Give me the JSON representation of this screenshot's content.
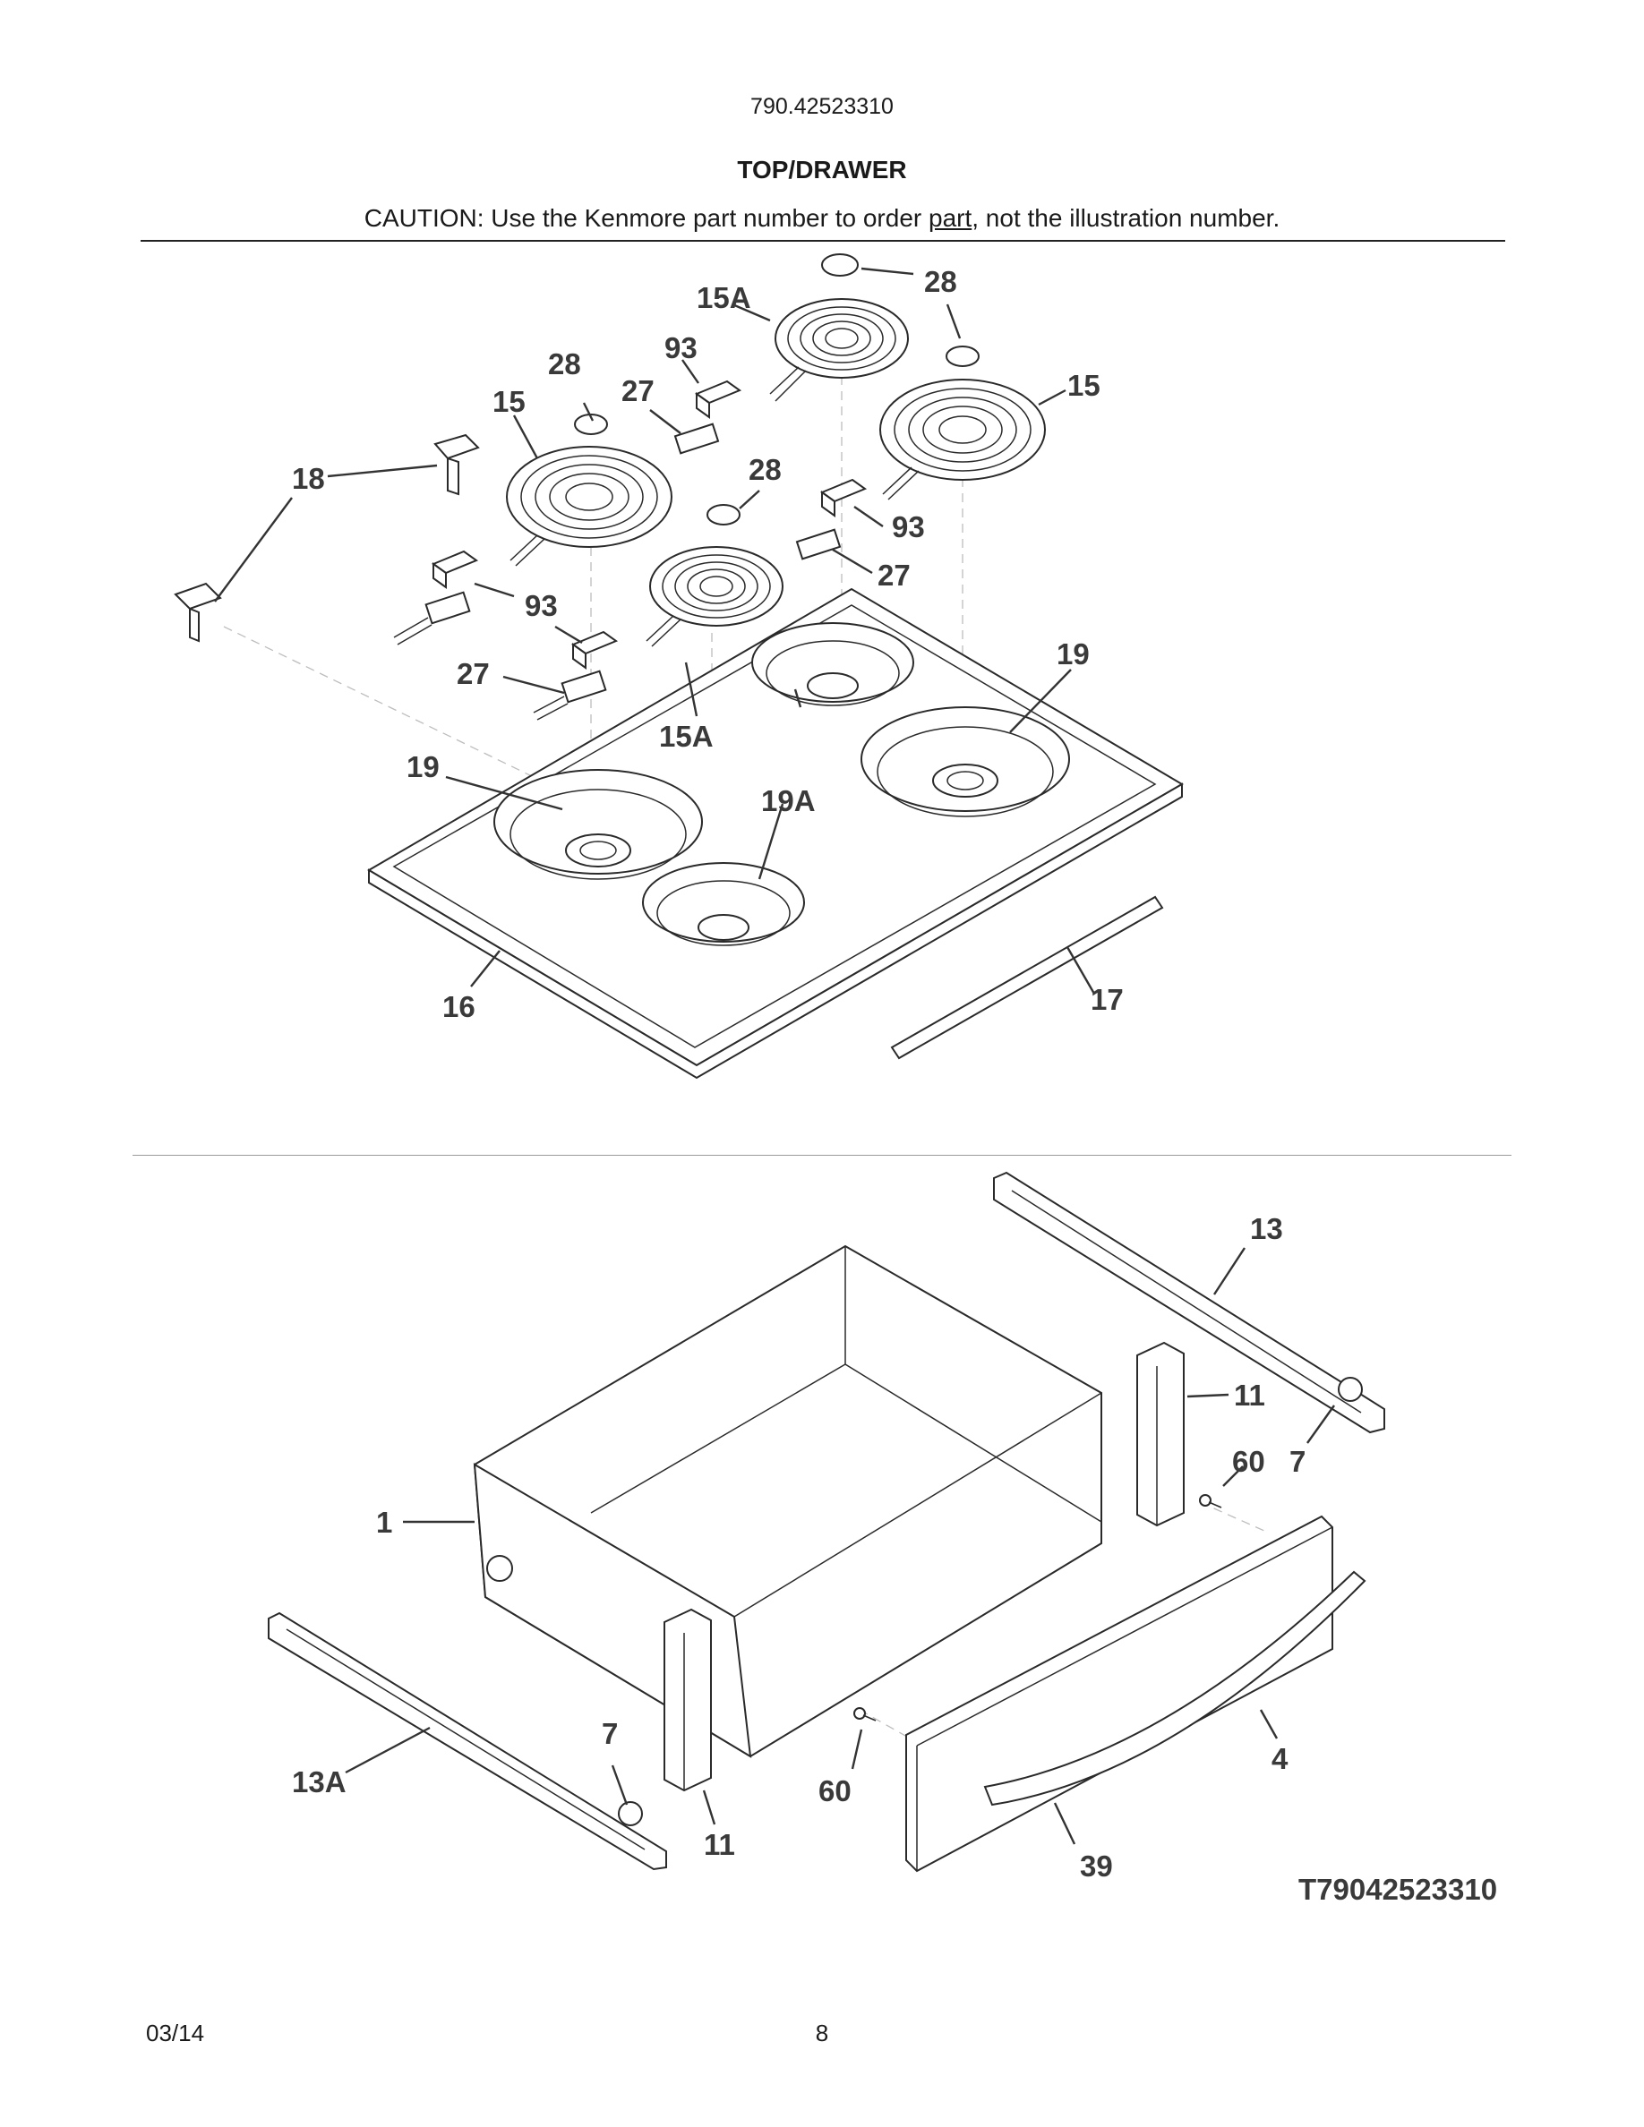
{
  "header": {
    "model": "790.42523310",
    "title": "TOP/DRAWER",
    "caution_before": "CAUTION: Use the Kenmore part number to order ",
    "caution_link": "part",
    "caution_after": ", not the illustration number."
  },
  "labels": {
    "top": {
      "p28a": "28",
      "p15a_top": "15A",
      "p93a": "93",
      "p28b": "28",
      "p27a": "27",
      "p15_left": "15",
      "p15_right": "15",
      "p18": "18",
      "p28c": "28",
      "p93b": "93",
      "p27b": "27",
      "p93c": "93",
      "p27c": "27",
      "p19_right": "19",
      "p15a_bottom": "15A",
      "p19_left": "19",
      "p19a": "19A",
      "p16": "16",
      "p17": "17"
    },
    "drawer": {
      "p13": "13",
      "p11_right": "11",
      "p60_right": "60",
      "p7_right": "7",
      "p1": "1",
      "p7_left": "7",
      "p13a": "13A",
      "p60_left": "60",
      "p4": "4",
      "p11_left": "11",
      "p39": "39"
    }
  },
  "diagram_code": "T79042523310",
  "footer": {
    "date": "03/14",
    "page": "8"
  }
}
